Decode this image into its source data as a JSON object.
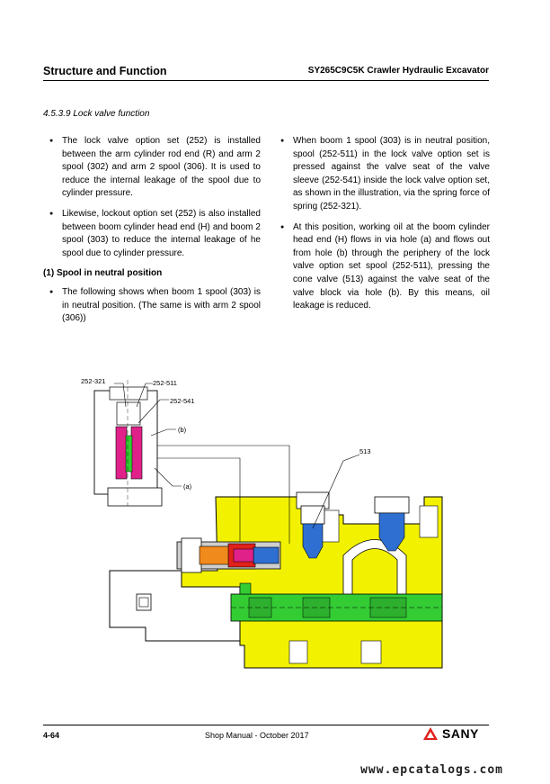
{
  "header": {
    "left_title": "Structure and Function",
    "right_title": "SY265C9C5K Crawler Hydraulic Excavator"
  },
  "section_title": "4.5.3.9 Lock valve function",
  "col1": {
    "bullet1": "The lock valve option set (252) is installed between the arm cylinder rod end (R) and arm 2 spool (302) and arm 2 spool (306). It is used to reduce the internal leakage of the spool due to cylinder pressure.",
    "bullet2": "Likewise, lockout option set (252) is also installed between boom cylinder head end (H) and boom 2 spool (303) to reduce the internal leakage of he spool due to cylinder pressure.",
    "subheading": "(1) Spool in neutral position",
    "bullet3": "The following shows when boom 1 spool (303) is in neutral position. (The same is with arm 2 spool (306))"
  },
  "col2": {
    "bullet1": "When boom 1 spool (303) is in neutral position, spool (252-511) in the lock valve option set is pressed against the valve seat of the valve sleeve (252-541) inside the lock valve option set, as shown in the illustration, via the spring force of spring (252-321).",
    "bullet2": "At this position, working oil at the boom cylinder head end (H) flows in via hole (a) and flows out from hole (b) through the periphery of the lock valve option set spool (252-511), pressing the cone valve (513) against the valve seat of the valve block via hole (b). By this means, oil leakage is reduced."
  },
  "figure": {
    "labels": {
      "l1": "252-321",
      "l2": "252-511",
      "l3": "252-541",
      "lb": "(b)",
      "la": "(a)",
      "l513": "513"
    },
    "colors": {
      "yellow": "#f2f200",
      "green": "#33cc33",
      "blue": "#2f6fd1",
      "magenta": "#e0218a",
      "orange": "#f08a1c",
      "red": "#e0201a"
    }
  },
  "footer": {
    "page": "4-64",
    "center": "Shop Manual - October 2017",
    "brand": "SANY"
  },
  "watermark": "www.epcatalogs.com"
}
